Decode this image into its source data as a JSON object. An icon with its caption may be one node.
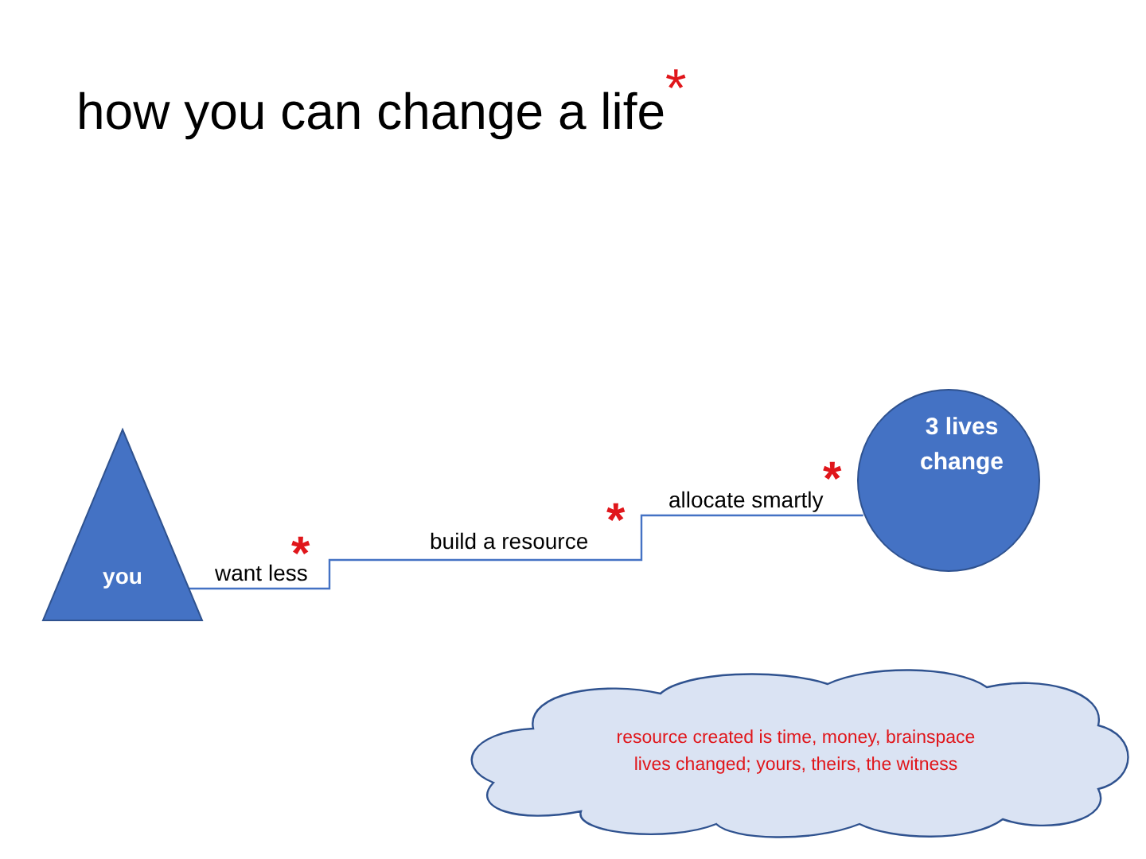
{
  "diagram": {
    "title": "how you can change a life$^{*}$",
    "nodes": [
      {
        "text": [
          "you"
        ]
      },
      {
        "text": [
          "3 lives change"
        ]
      },
      {
        "text": [
          "resource created is time, money, brainspace",
          "lives changed; yours, theirs, the witness"
        ]
      }
    ],
    "edges": [
      {
        "from": 0,
        "to": 1,
        "arrow": "none"
      }
    ],
    "labels": [
      "want less",
      "*",
      "build a resource",
      "*",
      "allocate smartly",
      "*"
    ]
  }
}
